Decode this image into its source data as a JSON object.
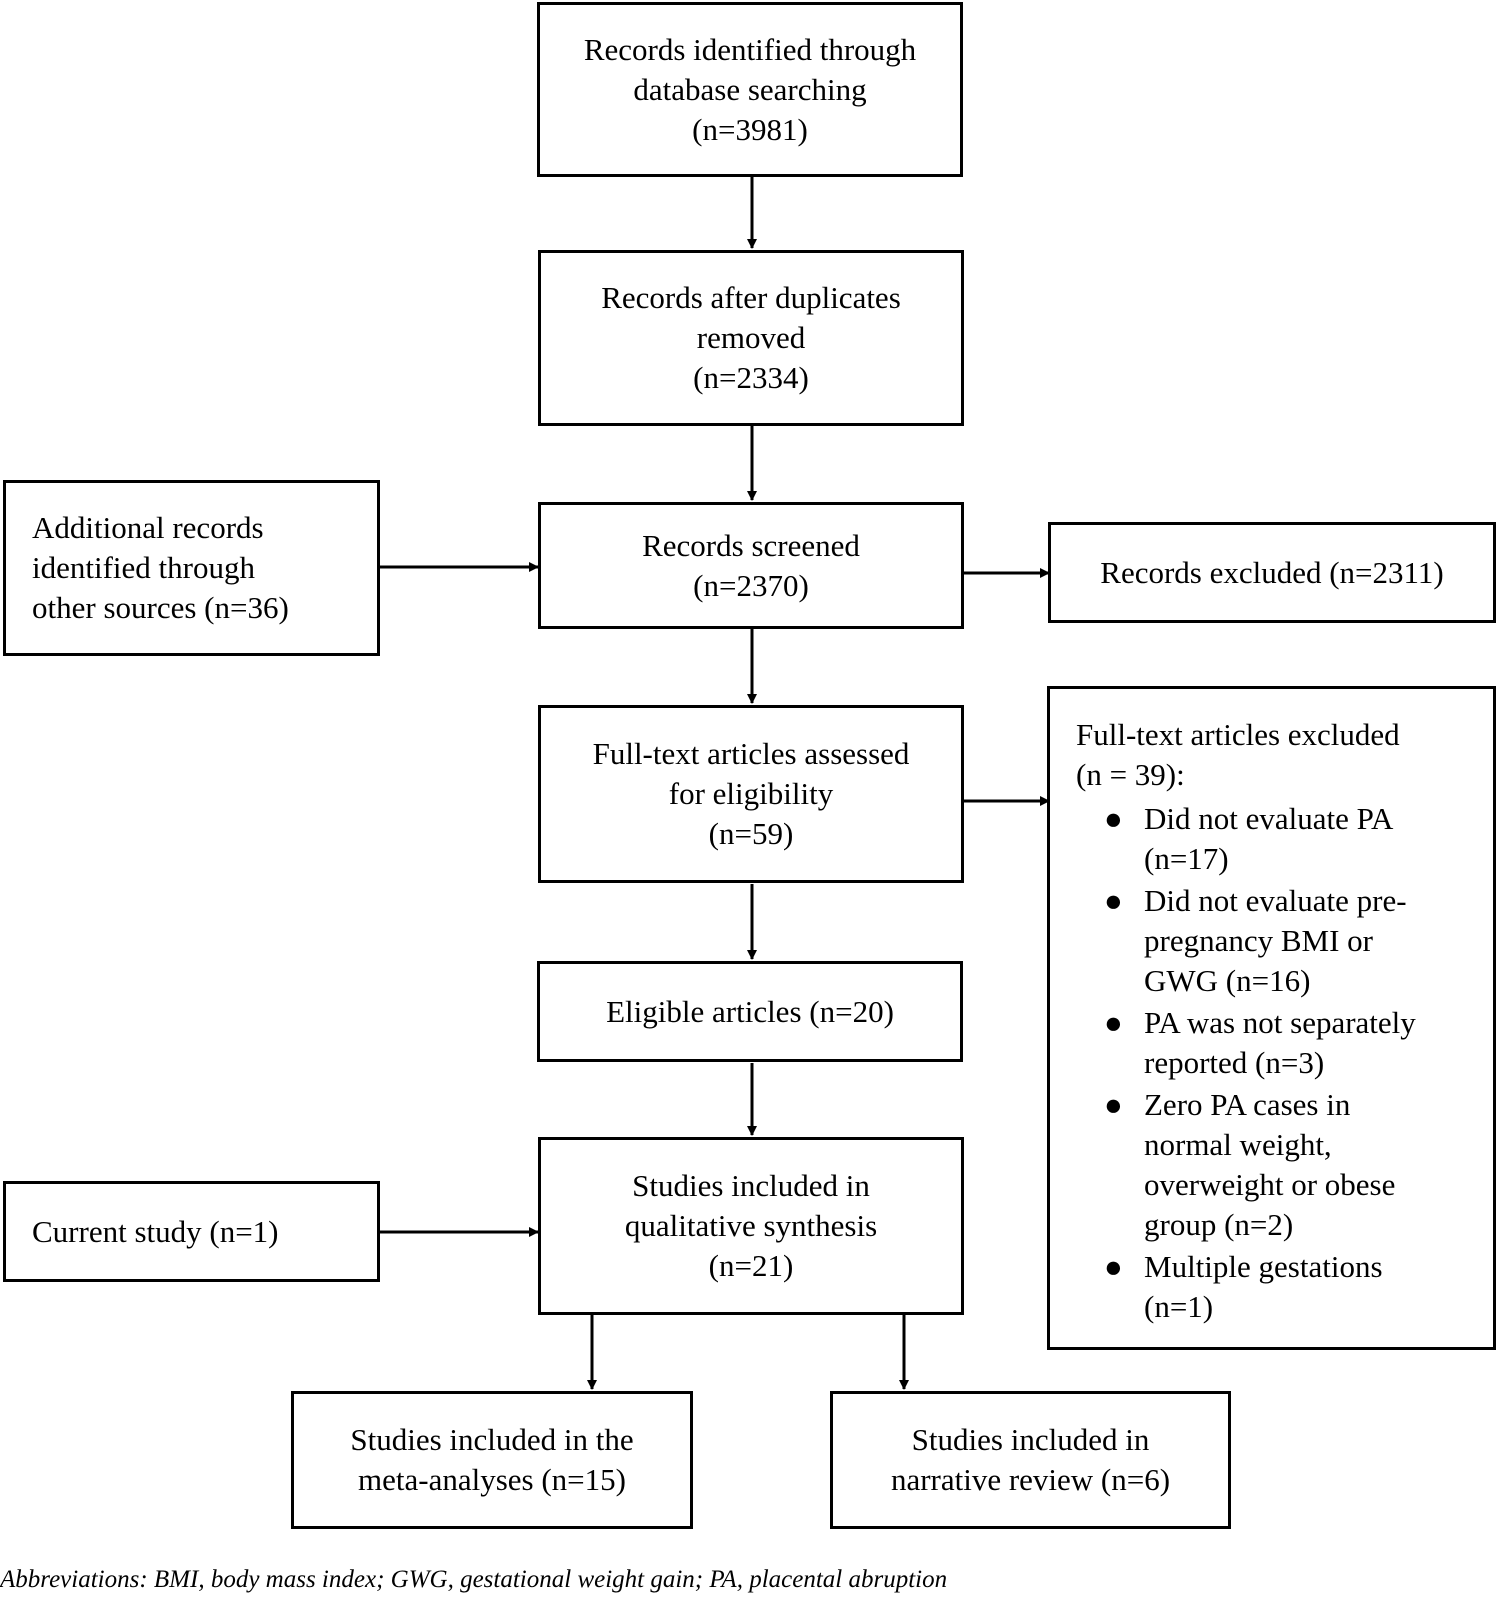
{
  "boxes": {
    "identified": [
      "Records identified through",
      "database searching",
      "(n=3981)"
    ],
    "after_duplicates": [
      "Records after duplicates",
      "removed",
      "(n=2334)"
    ],
    "additional": [
      "Additional records",
      "identified through",
      "other sources (n=36)"
    ],
    "screened": [
      "Records screened",
      "(n=2370)"
    ],
    "excluded": [
      "Records excluded (n=2311)"
    ],
    "fulltext_assessed": [
      "Full-text articles assessed",
      "for eligibility",
      "(n=59)"
    ],
    "eligible": [
      "Eligible articles (n=20)"
    ],
    "current_study": [
      "Current study (n=1)"
    ],
    "qualitative": [
      "Studies included in",
      "qualitative synthesis",
      "(n=21)"
    ],
    "meta_analyses": [
      "Studies included in the",
      "meta-analyses (n=15)"
    ],
    "narrative": [
      "Studies included in",
      "narrative review (n=6)"
    ]
  },
  "fulltext_excluded": {
    "heading": [
      "Full-text articles excluded",
      "(n = 39):"
    ],
    "bullet_glyph": "●",
    "reasons": [
      [
        "Did not evaluate PA",
        "(n=17)"
      ],
      [
        "Did not evaluate pre-",
        "pregnancy BMI or",
        "GWG (n=16)"
      ],
      [
        "PA was not separately",
        "reported (n=3)"
      ],
      [
        "Zero PA cases in",
        "normal weight,",
        "overweight or obese",
        "group (n=2)"
      ],
      [
        "Multiple gestations",
        "(n=1)"
      ]
    ]
  },
  "footnote": "Abbreviations: BMI, body mass index; GWG, gestational weight gain; PA, placental abruption"
}
